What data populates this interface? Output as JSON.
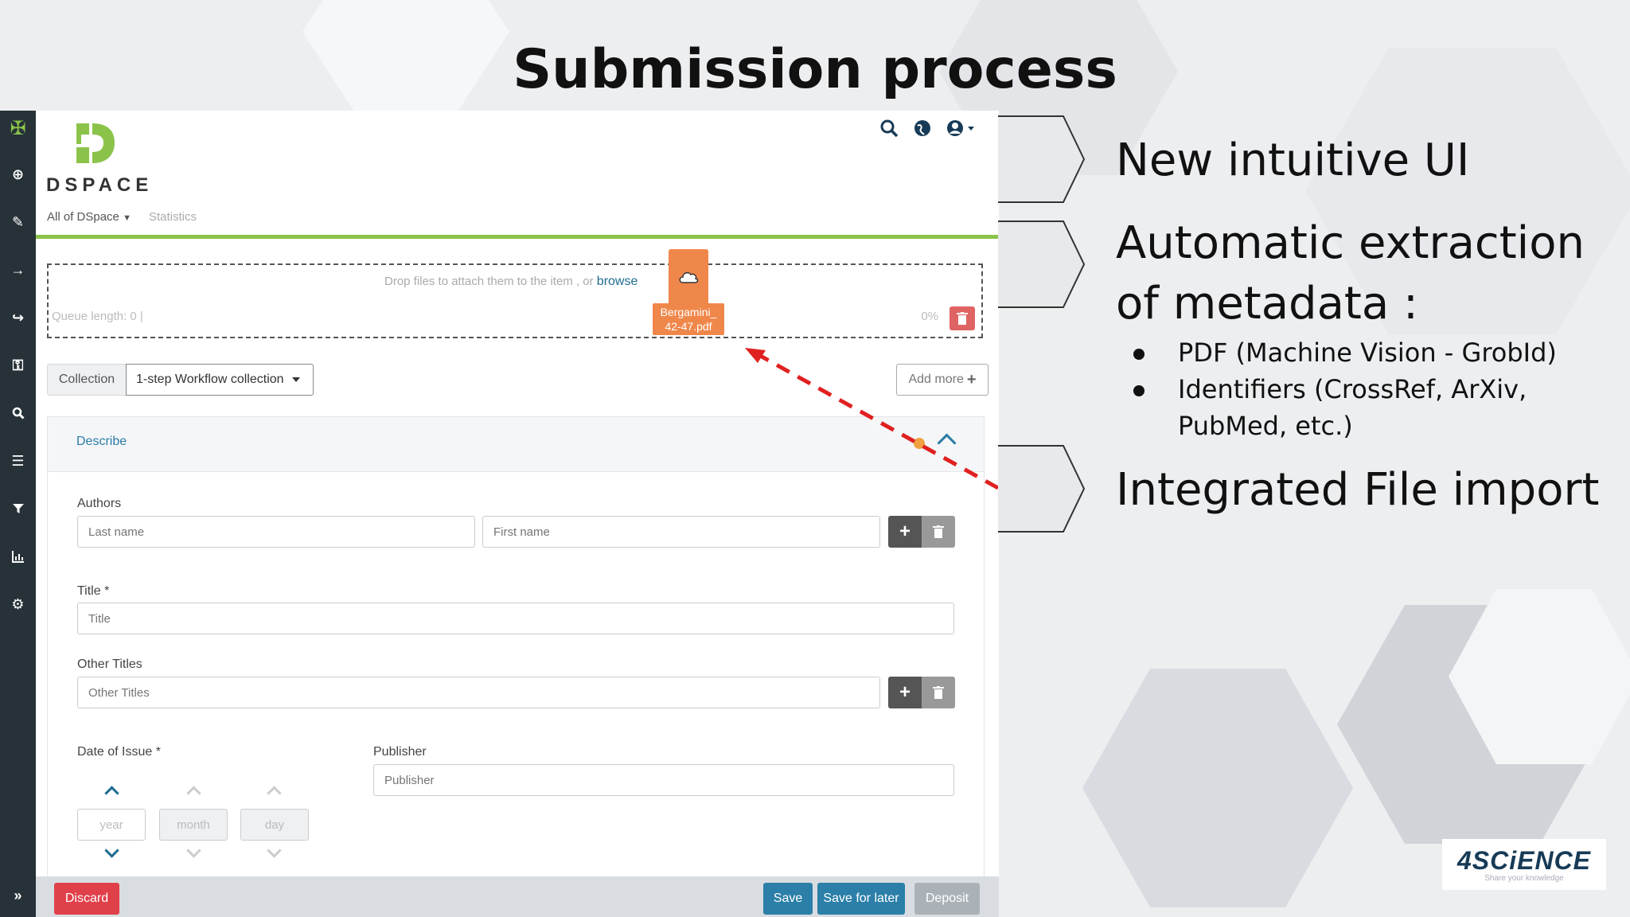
{
  "slide": {
    "title": "Submission process",
    "features": [
      "New intuitive UI",
      "Automatic extraction",
      "of metadata :",
      "Integrated File import"
    ],
    "sub_bullets": [
      "PDF (Machine Vision - GrobId)",
      "Identifiers (CrossRef, ArXiv,",
      "PubMed, etc.)"
    ],
    "brand": {
      "name": "4SCiENCE",
      "tagline": "Share your knowledge"
    }
  },
  "colors": {
    "sidebar": "#263238",
    "accent_green": "#8bc34a",
    "link_blue": "#2a7ba6",
    "file_orange": "#f0874a",
    "discard_red": "#e0404a",
    "save_blue": "#2b7fa8",
    "arrow_red": "#e02020"
  },
  "sidebar_icons": [
    "dspace-logo-icon",
    "plus-circle-icon",
    "pencil-icon",
    "sign-in-icon",
    "sign-out-icon",
    "key-icon",
    "search-icon",
    "list-icon",
    "filter-icon",
    "bar-chart-icon",
    "cogs-icon",
    "double-chevron-right-icon"
  ],
  "app": {
    "logo_text": "DSPACE",
    "nav": {
      "all": "All of DSpace",
      "statistics": "Statistics"
    },
    "dropzone": {
      "text": "Drop files to attach them to the item , or",
      "browse": "browse",
      "queue": "Queue length: 0 |",
      "percent": "0%",
      "file_name_1": "Bergamini_",
      "file_name_2": "42-47.pdf"
    },
    "collection": {
      "label": "Collection",
      "selected": "1-step Workflow collection",
      "add_more": "Add more"
    },
    "describe": {
      "title": "Describe",
      "authors_label": "Authors",
      "last_name_placeholder": "Last name",
      "first_name_placeholder": "First name",
      "title_label": "Title *",
      "title_placeholder": "Title",
      "other_titles_label": "Other Titles",
      "other_titles_placeholder": "Other Titles",
      "date_label": "Date of Issue *",
      "publisher_label": "Publisher",
      "publisher_placeholder": "Publisher",
      "year": "year",
      "month": "month",
      "day": "day"
    },
    "footer": {
      "discard": "Discard",
      "save": "Save",
      "save_later": "Save for later",
      "deposit": "Deposit"
    }
  }
}
